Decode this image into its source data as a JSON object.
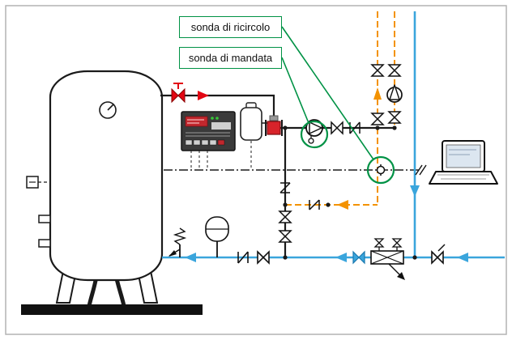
{
  "labels": {
    "ricircolo": "sonda di ricircolo",
    "mandata": "sonda di mandata"
  },
  "colors": {
    "highlight_green": "#009245",
    "pipe_blue": "#3aa5dc",
    "pipe_orange": "#f39200",
    "flow_red": "#e30613",
    "line_black": "#1a1a1a",
    "panel_body": "#3a3a3a",
    "panel_display_red": "#c1272d",
    "valve_red": "#d8232a",
    "frame_gray": "#b3b3b3"
  },
  "components": {
    "storage-tank": "rounded-cylinder",
    "pressure-gauge": "circle-with-needle",
    "control-panel": "dark-box-red-display",
    "valve-actuator": "white-cylinder",
    "mixing-valve": "red-square-valve",
    "supply-pump": "circle-right-triangle",
    "riser-pump": "circle-up-triangle",
    "supply-probe": "small-circle-sensor",
    "recirculation-probe": "small-circle-sensor",
    "expansion-vessel": "capsule",
    "safety-valve": "spring-zigzag",
    "check-valve": "ticks-with-diagonal",
    "shutoff-valve": "bowtie",
    "water-meter": "crossed-rectangle",
    "laptop": "screen-and-base",
    "ground-base": "black-bar"
  }
}
